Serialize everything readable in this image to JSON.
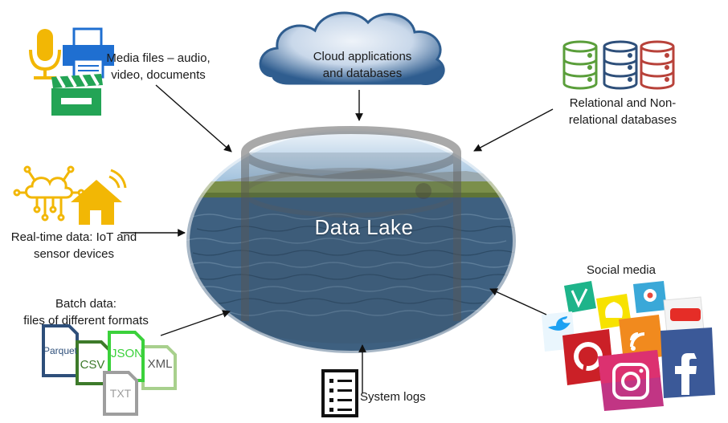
{
  "center": {
    "title": "Data Lake"
  },
  "sources": {
    "media": "Media files – audio, video, documents",
    "media_lines": [
      "Media files – audio,",
      "video, documents"
    ],
    "cloud_lines": [
      "Cloud applications",
      "and databases"
    ],
    "relational_lines": [
      "Relational and Non-",
      "relational databases"
    ],
    "realtime_lines": [
      "Real-time data: IoT and",
      "sensor devices"
    ],
    "batch_lines": [
      "Batch data:",
      "files of different formats"
    ],
    "social": "Social media",
    "logs": "System logs"
  },
  "file_formats": [
    "Parquet",
    "CSV",
    "JSON",
    "XML",
    "TXT"
  ],
  "colors": {
    "lake_water": "#3b5f7e",
    "cloud": "#2f5d8f",
    "db_green": "#5a9e3a",
    "db_blue": "#2e4f7a",
    "db_red": "#b8423a",
    "iot_yellow": "#f2b705",
    "file_parquet": "#2e4f7a",
    "file_csv": "#3d7a2a",
    "file_json": "#3bd13b",
    "file_xml": "#a8d08d",
    "file_txt": "#9e9e9e"
  },
  "icons": [
    "microphone-icon",
    "printer-icon",
    "clapperboard-icon",
    "cloud-icon",
    "database-icon",
    "iot-network-icon",
    "smart-home-icon",
    "file-icon",
    "log-list-icon",
    "pinterest-icon",
    "youtube-icon",
    "twitter-icon",
    "instagram-icon",
    "facebook-icon",
    "rss-icon",
    "snapchat-icon",
    "vine-icon",
    "periscope-icon"
  ]
}
